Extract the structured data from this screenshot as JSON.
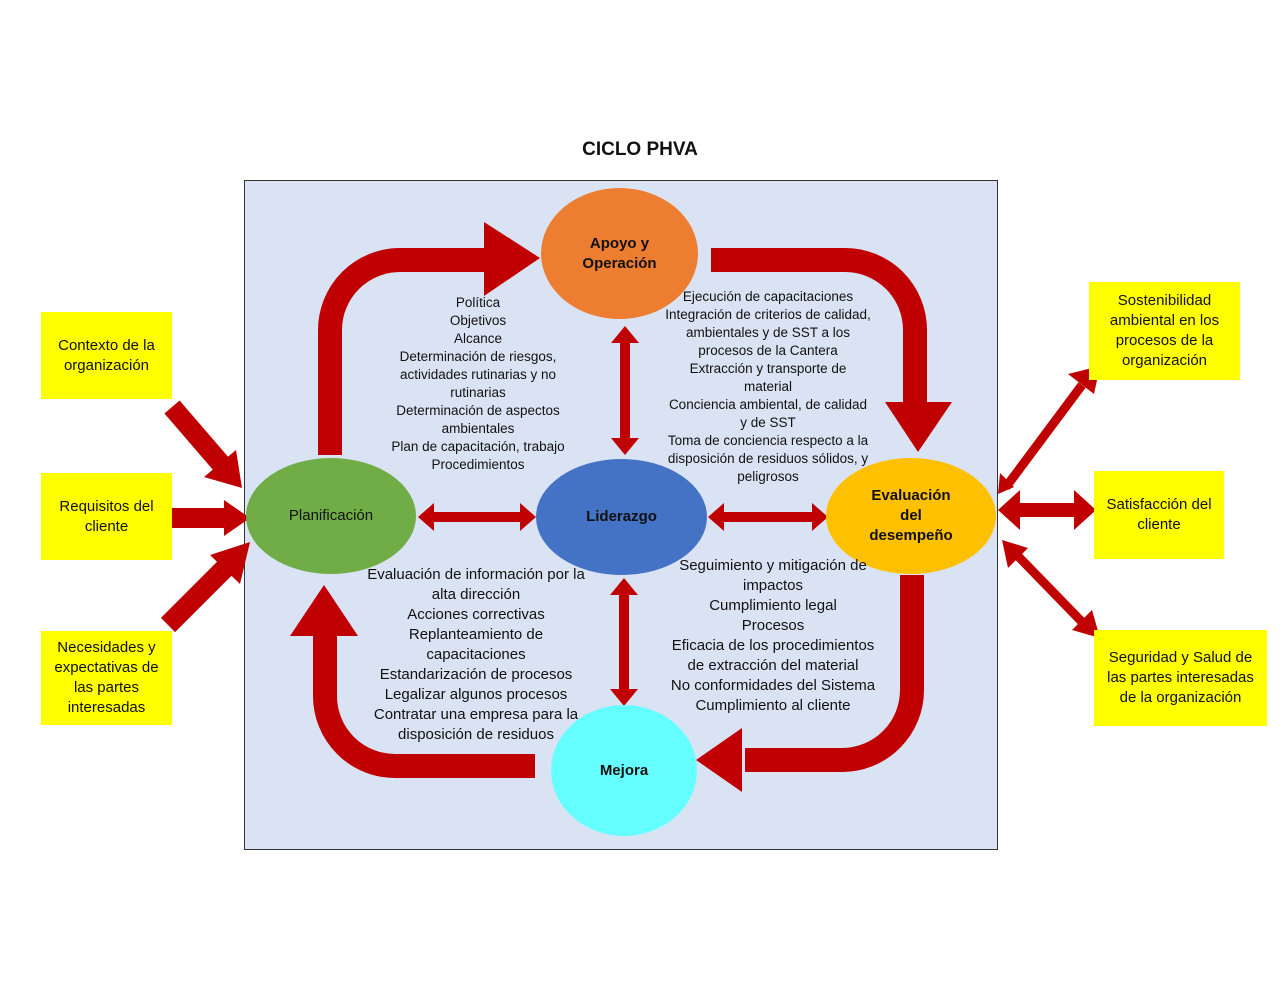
{
  "title": "CICLO PHVA",
  "colors": {
    "arrow": "#c00000",
    "panel": "#dae3f3",
    "planificacion": "#70ad47",
    "apoyo": "#ed7d31",
    "liderazgo": "#4472c4",
    "evaluacion": "#ffc000",
    "mejora": "#66ffff",
    "boxes": "#ffff00"
  },
  "nodes": {
    "planificacion": "Planificación",
    "apoyo": [
      "Apoyo y",
      "Operación"
    ],
    "liderazgo": "Liderazgo",
    "evaluacion": [
      "Evaluación",
      "del",
      "desempeño"
    ],
    "mejora": "Mejora"
  },
  "texts": {
    "planear": [
      "Política",
      "Objetivos",
      "Alcance",
      "Determinación de riesgos,",
      "actividades rutinarias y no",
      "rutinarias",
      "Determinación de aspectos",
      "ambientales",
      "Plan de capacitación, trabajo",
      "Procedimientos"
    ],
    "hacer": [
      "Ejecución de capacitaciones",
      "Integración de criterios de calidad,",
      "ambientales y de SST a los",
      "procesos de la Cantera",
      "Extracción y transporte de",
      "material",
      "Conciencia ambiental, de calidad",
      "y de SST",
      "Toma de conciencia respecto a la",
      "disposición de residuos sólidos, y",
      "peligrosos"
    ],
    "verificar": [
      "Seguimiento y mitigación de",
      "impactos",
      "Cumplimiento legal",
      "Procesos",
      "Eficacia de los procedimientos",
      "de extracción del material",
      "No conformidades del Sistema",
      "Cumplimiento al cliente"
    ],
    "actuar": [
      "Evaluación de información por la",
      "alta dirección",
      "Acciones correctivas",
      "Replanteamiento de",
      "capacitaciones",
      "Estandarización de procesos",
      "Legalizar algunos procesos",
      "Contratar una empresa para la",
      "disposición de residuos"
    ]
  },
  "inputs": {
    "contexto": "Contexto de la organización",
    "requisitos": "Requisitos del cliente",
    "necesidades": "Necesidades y expectativas de las partes interesadas"
  },
  "outputs": {
    "sostenibilidad": "Sostenibilidad ambiental en los procesos de la organización",
    "satisfaccion": "Satisfacción del cliente",
    "seguridad": "Seguridad y Salud de las partes interesadas de la organización"
  }
}
